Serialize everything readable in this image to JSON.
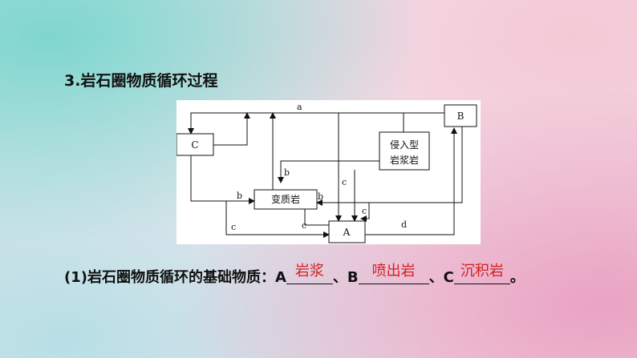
{
  "section_title": "3.岩石圈物质循环过程",
  "diagram": {
    "nodes": {
      "C": "C",
      "B": "B",
      "A": "A",
      "metamorphic": "变质岩",
      "intrusive_line1": "侵入型",
      "intrusive_line2": "岩浆岩"
    },
    "edge_labels": {
      "top": "a",
      "b_left": "b",
      "b_mid": "b",
      "b_right": "b",
      "c_mid": "c",
      "c_bottom_left": "c",
      "c_bottom_mid": "c",
      "c_right": "c",
      "d": "d"
    }
  },
  "question": {
    "prefix": "(1)岩石圈物质循环的基础物质：",
    "labelA": "A",
    "answerA": "岩浆",
    "sep1": "、",
    "labelB": "B",
    "answerB": "喷出岩",
    "sep2": "、",
    "labelC": "C",
    "answerC": "沉积岩",
    "end": "。"
  }
}
